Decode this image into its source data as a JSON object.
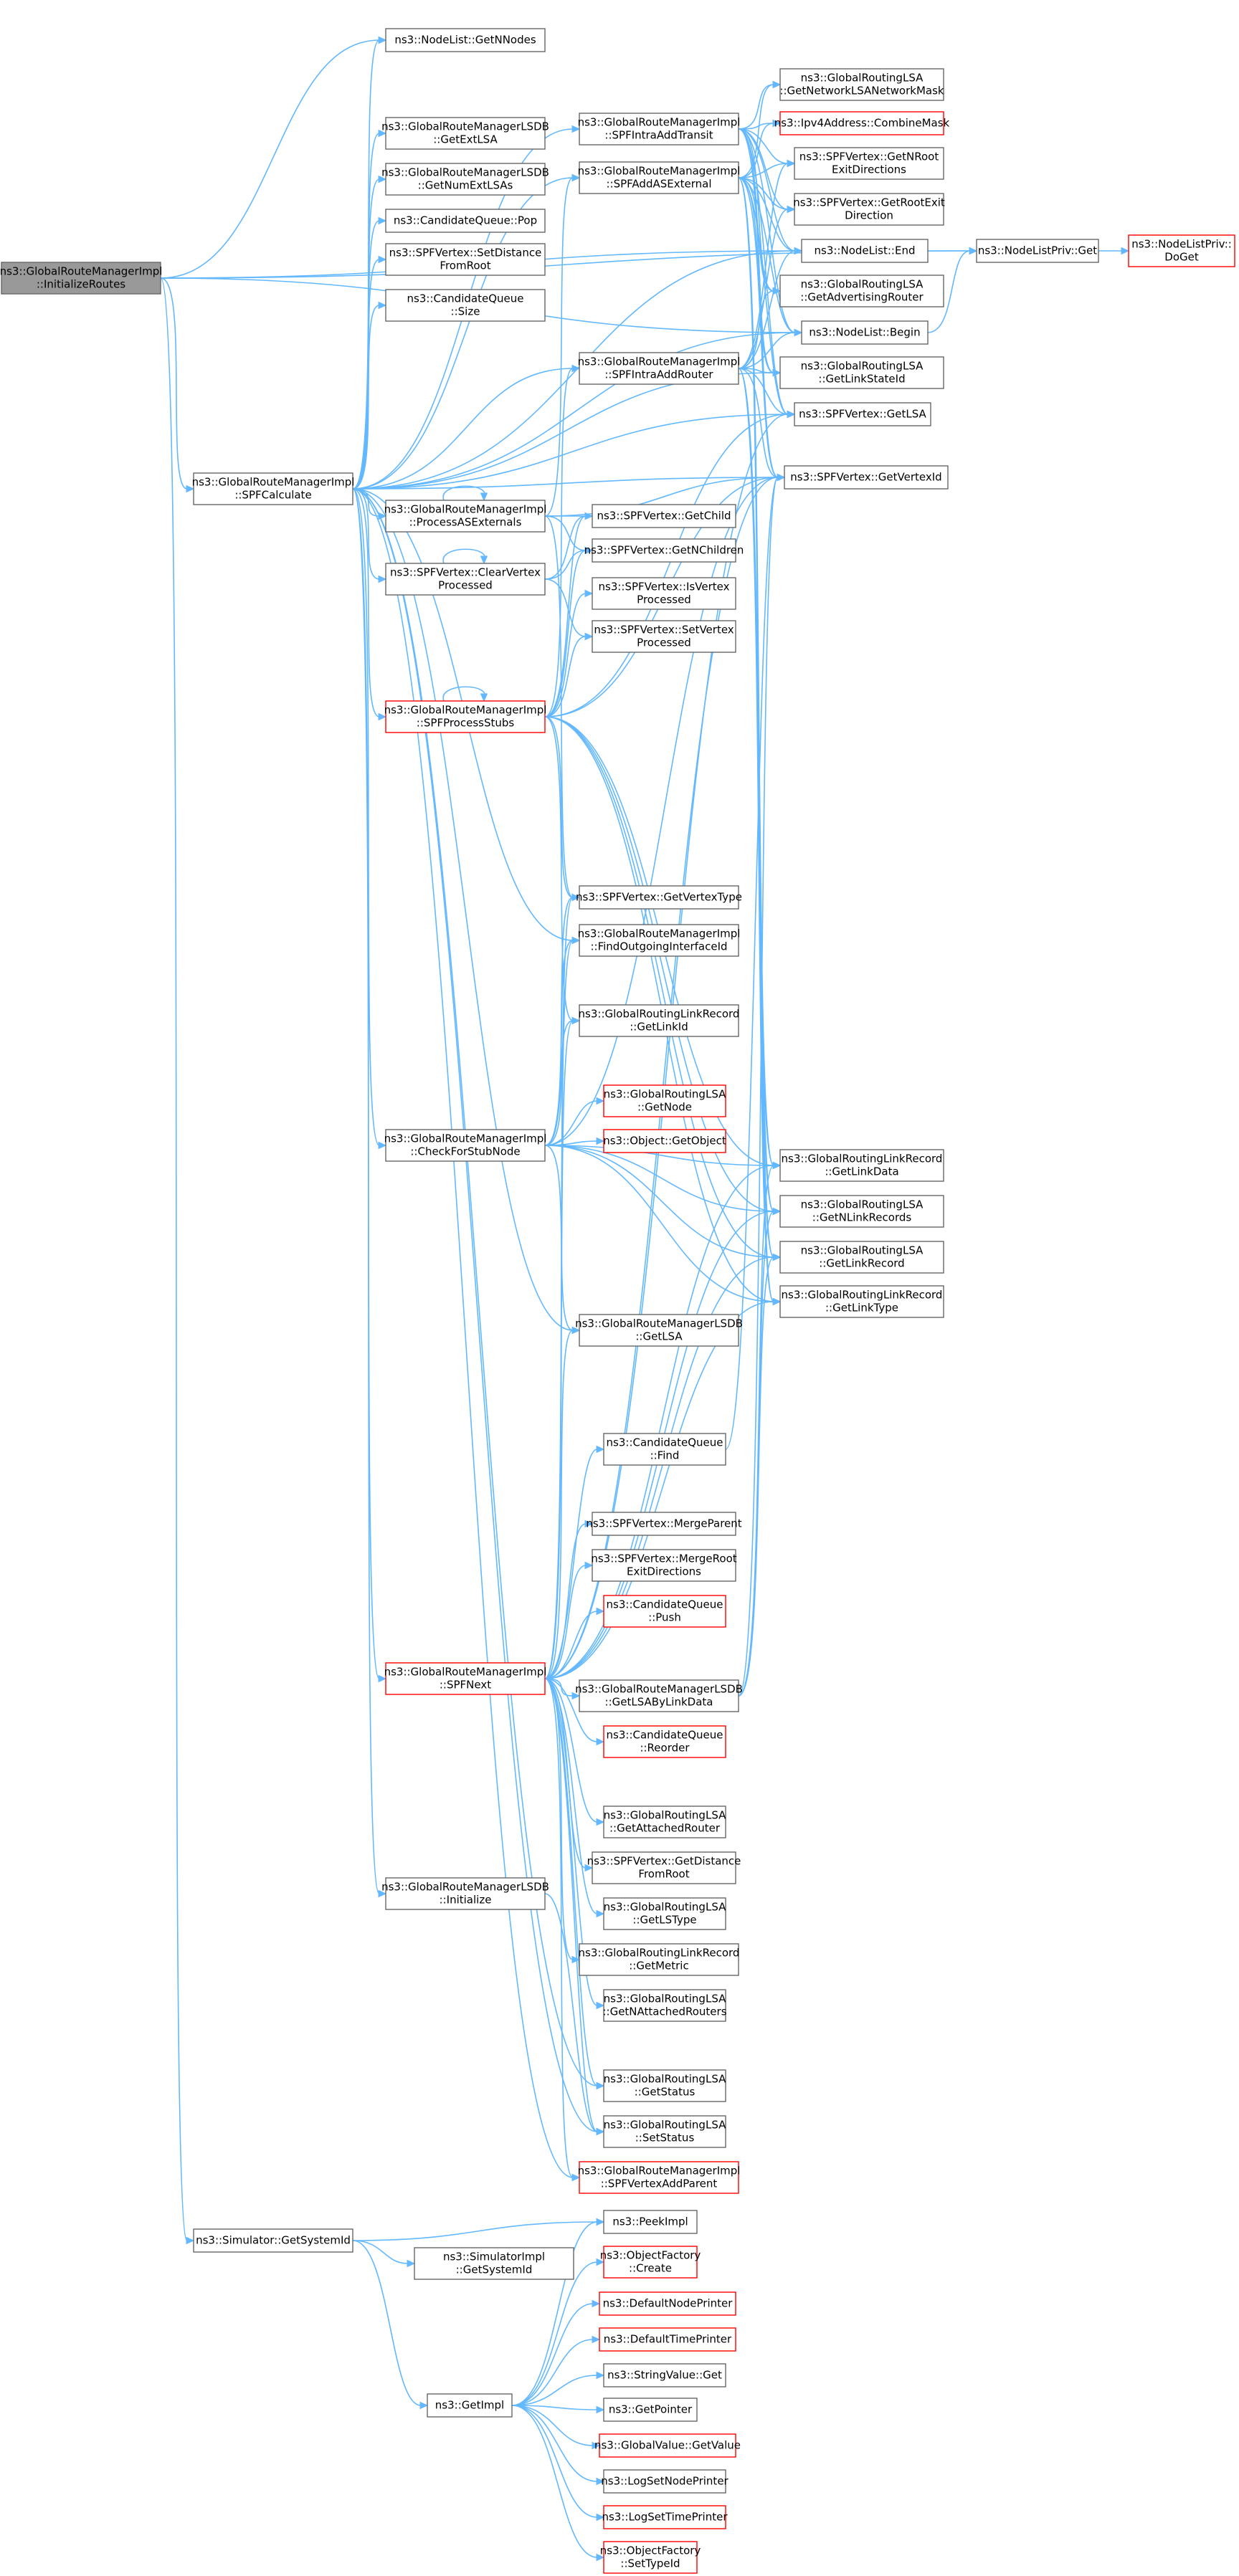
{
  "nodes": [
    {
      "id": "root",
      "lines": [
        "ns3::GlobalRouteManagerImpl",
        "::InitializeRoutes"
      ],
      "style": "root"
    },
    {
      "id": "getnnodes",
      "lines": [
        "ns3::NodeList::GetNNodes"
      ],
      "style": "normal"
    },
    {
      "id": "lsdb_getextlsa",
      "lines": [
        "ns3::GlobalRouteManagerLSDB",
        "::GetExtLSA"
      ],
      "style": "normal"
    },
    {
      "id": "lsdb_getnumext",
      "lines": [
        "ns3::GlobalRouteManagerLSDB",
        "::GetNumExtLSAs"
      ],
      "style": "normal"
    },
    {
      "id": "cq_pop",
      "lines": [
        "ns3::CandidateQueue::Pop"
      ],
      "style": "normal"
    },
    {
      "id": "v_setdist",
      "lines": [
        "ns3::SPFVertex::SetDistance",
        "FromRoot"
      ],
      "style": "normal"
    },
    {
      "id": "cq_size",
      "lines": [
        "ns3::CandidateQueue",
        "::Size"
      ],
      "style": "normal"
    },
    {
      "id": "spfcalc",
      "lines": [
        "ns3::GlobalRouteManagerImpl",
        "::SPFCalculate"
      ],
      "style": "normal"
    },
    {
      "id": "procasext",
      "lines": [
        "ns3::GlobalRouteManagerImpl",
        "::ProcessASExternals"
      ],
      "style": "normal"
    },
    {
      "id": "clearvp",
      "lines": [
        "ns3::SPFVertex::ClearVertex",
        "Processed"
      ],
      "style": "normal"
    },
    {
      "id": "procstubs",
      "lines": [
        "ns3::GlobalRouteManagerImpl",
        "::SPFProcessStubs"
      ],
      "style": "red"
    },
    {
      "id": "checkstub",
      "lines": [
        "ns3::GlobalRouteManagerImpl",
        "::CheckForStubNode"
      ],
      "style": "normal"
    },
    {
      "id": "spfnext",
      "lines": [
        "ns3::GlobalRouteManagerImpl",
        "::SPFNext"
      ],
      "style": "red"
    },
    {
      "id": "lsdb_init",
      "lines": [
        "ns3::GlobalRouteManagerLSDB",
        "::Initialize"
      ],
      "style": "normal"
    },
    {
      "id": "sim_getsysid",
      "lines": [
        "ns3::Simulator::GetSystemId"
      ],
      "style": "normal"
    },
    {
      "id": "simimpl_getsysid",
      "lines": [
        "ns3::SimulatorImpl",
        "::GetSystemId"
      ],
      "style": "normal"
    },
    {
      "id": "getimpl",
      "lines": [
        "ns3::GetImpl"
      ],
      "style": "normal"
    },
    {
      "id": "intratransit",
      "lines": [
        "ns3::GlobalRouteManagerImpl",
        "::SPFIntraAddTransit"
      ],
      "style": "normal"
    },
    {
      "id": "addasext",
      "lines": [
        "ns3::GlobalRouteManagerImpl",
        "::SPFAddASExternal"
      ],
      "style": "normal"
    },
    {
      "id": "intrarouter",
      "lines": [
        "ns3::GlobalRouteManagerImpl",
        "::SPFIntraAddRouter"
      ],
      "style": "normal"
    },
    {
      "id": "v_getchild",
      "lines": [
        "ns3::SPFVertex::GetChild"
      ],
      "style": "normal"
    },
    {
      "id": "v_getnchildren",
      "lines": [
        "ns3::SPFVertex::GetNChildren"
      ],
      "style": "normal"
    },
    {
      "id": "v_isvp",
      "lines": [
        "ns3::SPFVertex::IsVertex",
        "Processed"
      ],
      "style": "normal"
    },
    {
      "id": "v_setvp",
      "lines": [
        "ns3::SPFVertex::SetVertex",
        "Processed"
      ],
      "style": "normal"
    },
    {
      "id": "v_getvtype",
      "lines": [
        "ns3::SPFVertex::GetVertexType"
      ],
      "style": "normal"
    },
    {
      "id": "findout",
      "lines": [
        "ns3::GlobalRouteManagerImpl",
        "::FindOutgoingInterfaceId"
      ],
      "style": "normal"
    },
    {
      "id": "lr_getlinkid",
      "lines": [
        "ns3::GlobalRoutingLinkRecord",
        "::GetLinkId"
      ],
      "style": "normal"
    },
    {
      "id": "lsa_getnode",
      "lines": [
        "ns3::GlobalRoutingLSA",
        "::GetNode"
      ],
      "style": "red"
    },
    {
      "id": "obj_getobject",
      "lines": [
        "ns3::Object::GetObject"
      ],
      "style": "red"
    },
    {
      "id": "lsdb_getlsa",
      "lines": [
        "ns3::GlobalRouteManagerLSDB",
        "::GetLSA"
      ],
      "style": "normal"
    },
    {
      "id": "cq_find",
      "lines": [
        "ns3::CandidateQueue",
        "::Find"
      ],
      "style": "normal"
    },
    {
      "id": "v_mergeparent",
      "lines": [
        "ns3::SPFVertex::MergeParent"
      ],
      "style": "normal"
    },
    {
      "id": "v_mergeroot",
      "lines": [
        "ns3::SPFVertex::MergeRoot",
        "ExitDirections"
      ],
      "style": "normal"
    },
    {
      "id": "cq_push",
      "lines": [
        "ns3::CandidateQueue",
        "::Push"
      ],
      "style": "red"
    },
    {
      "id": "lsdb_getbylink",
      "lines": [
        "ns3::GlobalRouteManagerLSDB",
        "::GetLSAByLinkData"
      ],
      "style": "normal"
    },
    {
      "id": "cq_reorder",
      "lines": [
        "ns3::CandidateQueue",
        "::Reorder"
      ],
      "style": "red"
    },
    {
      "id": "lsa_getattached",
      "lines": [
        "ns3::GlobalRoutingLSA",
        "::GetAttachedRouter"
      ],
      "style": "normal"
    },
    {
      "id": "v_getdist",
      "lines": [
        "ns3::SPFVertex::GetDistance",
        "FromRoot"
      ],
      "style": "normal"
    },
    {
      "id": "lsa_getlstype",
      "lines": [
        "ns3::GlobalRoutingLSA",
        "::GetLSType"
      ],
      "style": "normal"
    },
    {
      "id": "lr_getmetric",
      "lines": [
        "ns3::GlobalRoutingLinkRecord",
        "::GetMetric"
      ],
      "style": "normal"
    },
    {
      "id": "lsa_getnattached",
      "lines": [
        "ns3::GlobalRoutingLSA",
        "::GetNAttachedRouters"
      ],
      "style": "normal"
    },
    {
      "id": "lsa_getstatus",
      "lines": [
        "ns3::GlobalRoutingLSA",
        "::GetStatus"
      ],
      "style": "normal"
    },
    {
      "id": "lsa_setstatus",
      "lines": [
        "ns3::GlobalRoutingLSA",
        "::SetStatus"
      ],
      "style": "normal"
    },
    {
      "id": "vaddparent",
      "lines": [
        "ns3::GlobalRouteManagerImpl",
        "::SPFVertexAddParent"
      ],
      "style": "red"
    },
    {
      "id": "peekimpl",
      "lines": [
        "ns3::PeekImpl"
      ],
      "style": "normal"
    },
    {
      "id": "of_create",
      "lines": [
        "ns3::ObjectFactory",
        "::Create"
      ],
      "style": "red"
    },
    {
      "id": "defnodeprinter",
      "lines": [
        "ns3::DefaultNodePrinter"
      ],
      "style": "red"
    },
    {
      "id": "deftimeprinter",
      "lines": [
        "ns3::DefaultTimePrinter"
      ],
      "style": "red"
    },
    {
      "id": "strvalue_get",
      "lines": [
        "ns3::StringValue::Get"
      ],
      "style": "normal"
    },
    {
      "id": "getpointer",
      "lines": [
        "ns3::GetPointer"
      ],
      "style": "normal"
    },
    {
      "id": "gv_getvalue",
      "lines": [
        "ns3::GlobalValue::GetValue"
      ],
      "style": "red"
    },
    {
      "id": "logsetnode",
      "lines": [
        "ns3::LogSetNodePrinter"
      ],
      "style": "normal"
    },
    {
      "id": "logsettime",
      "lines": [
        "ns3::LogSetTimePrinter"
      ],
      "style": "red"
    },
    {
      "id": "of_settypeid",
      "lines": [
        "ns3::ObjectFactory",
        "::SetTypeId"
      ],
      "style": "red"
    },
    {
      "id": "lsa_getnetmask",
      "lines": [
        "ns3::GlobalRoutingLSA",
        "::GetNetworkLSANetworkMask"
      ],
      "style": "normal"
    },
    {
      "id": "ipv4_combine",
      "lines": [
        "ns3::Ipv4Address::CombineMask"
      ],
      "style": "red"
    },
    {
      "id": "v_getnrootexit",
      "lines": [
        "ns3::SPFVertex::GetNRoot",
        "ExitDirections"
      ],
      "style": "normal"
    },
    {
      "id": "v_getrootexit",
      "lines": [
        "ns3::SPFVertex::GetRootExit",
        "Direction"
      ],
      "style": "normal"
    },
    {
      "id": "nl_end",
      "lines": [
        "ns3::NodeList::End"
      ],
      "style": "normal"
    },
    {
      "id": "lsa_getadvrouter",
      "lines": [
        "ns3::GlobalRoutingLSA",
        "::GetAdvertisingRouter"
      ],
      "style": "normal"
    },
    {
      "id": "nl_begin",
      "lines": [
        "ns3::NodeList::Begin"
      ],
      "style": "normal"
    },
    {
      "id": "lsa_getlinkstateid",
      "lines": [
        "ns3::GlobalRoutingLSA",
        "::GetLinkStateId"
      ],
      "style": "normal"
    },
    {
      "id": "v_getlsa",
      "lines": [
        "ns3::SPFVertex::GetLSA"
      ],
      "style": "normal"
    },
    {
      "id": "v_getvertexid",
      "lines": [
        "ns3::SPFVertex::GetVertexId"
      ],
      "style": "normal"
    },
    {
      "id": "lr_getlinkdata",
      "lines": [
        "ns3::GlobalRoutingLinkRecord",
        "::GetLinkData"
      ],
      "style": "normal"
    },
    {
      "id": "lsa_getnlinkrecords",
      "lines": [
        "ns3::GlobalRoutingLSA",
        "::GetNLinkRecords"
      ],
      "style": "normal"
    },
    {
      "id": "lsa_getlinkrecord",
      "lines": [
        "ns3::GlobalRoutingLSA",
        "::GetLinkRecord"
      ],
      "style": "normal"
    },
    {
      "id": "lr_getlinktype",
      "lines": [
        "ns3::GlobalRoutingLinkRecord",
        "::GetLinkType"
      ],
      "style": "normal"
    },
    {
      "id": "nlpriv_get",
      "lines": [
        "ns3::NodeListPriv::Get"
      ],
      "style": "normal"
    },
    {
      "id": "nlpriv_doget",
      "lines": [
        "ns3::NodeListPriv::",
        "DoGet"
      ],
      "style": "red"
    }
  ],
  "edges": [
    [
      "root",
      "getnnodes"
    ],
    [
      "root",
      "nlpriv_get"
    ],
    [
      "root",
      "spfcalc"
    ],
    [
      "root",
      "sim_getsysid"
    ],
    [
      "root",
      "nl_begin"
    ],
    [
      "root",
      "nl_end"
    ],
    [
      "spfcalc",
      "getnnodes"
    ],
    [
      "spfcalc",
      "lsdb_getextlsa"
    ],
    [
      "spfcalc",
      "lsdb_getnumext"
    ],
    [
      "spfcalc",
      "cq_pop"
    ],
    [
      "spfcalc",
      "v_setdist"
    ],
    [
      "spfcalc",
      "cq_size"
    ],
    [
      "spfcalc",
      "intratransit"
    ],
    [
      "spfcalc",
      "addasext"
    ],
    [
      "spfcalc",
      "intrarouter"
    ],
    [
      "spfcalc",
      "procasext"
    ],
    [
      "spfcalc",
      "clearvp"
    ],
    [
      "spfcalc",
      "procstubs"
    ],
    [
      "spfcalc",
      "checkstub"
    ],
    [
      "spfcalc",
      "spfnext"
    ],
    [
      "spfcalc",
      "lsdb_init"
    ],
    [
      "spfcalc",
      "v_getvertexid"
    ],
    [
      "spfcalc",
      "v_getlsa"
    ],
    [
      "spfcalc",
      "lsdb_getlsa"
    ],
    [
      "spfcalc",
      "lsa_setstatus"
    ],
    [
      "spfcalc",
      "lsa_getstatus"
    ],
    [
      "spfcalc",
      "vaddparent"
    ],
    [
      "spfcalc",
      "nl_begin"
    ],
    [
      "spfcalc",
      "nl_end"
    ],
    [
      "spfcalc",
      "lsa_getlinkstateid"
    ],
    [
      "spfcalc",
      "findout"
    ],
    [
      "procasext",
      "procasext"
    ],
    [
      "procasext",
      "addasext"
    ],
    [
      "procasext",
      "v_getchild"
    ],
    [
      "procasext",
      "v_getnchildren"
    ],
    [
      "procasext",
      "v_getvtype"
    ],
    [
      "procasext",
      "v_getvertexid"
    ],
    [
      "clearvp",
      "clearvp"
    ],
    [
      "clearvp",
      "v_getchild"
    ],
    [
      "clearvp",
      "v_getnchildren"
    ],
    [
      "clearvp",
      "v_setvp"
    ],
    [
      "procstubs",
      "procstubs"
    ],
    [
      "procstubs",
      "v_getchild"
    ],
    [
      "procstubs",
      "v_getnchildren"
    ],
    [
      "procstubs",
      "v_isvp"
    ],
    [
      "procstubs",
      "v_setvp"
    ],
    [
      "procstubs",
      "v_getvtype"
    ],
    [
      "procstubs",
      "lr_getlinkid"
    ],
    [
      "procstubs",
      "lr_getlinkdata"
    ],
    [
      "procstubs",
      "lsa_getnlinkrecords"
    ],
    [
      "procstubs",
      "lsa_getlinkrecord"
    ],
    [
      "procstubs",
      "lr_getlinktype"
    ],
    [
      "procstubs",
      "v_getlsa"
    ],
    [
      "procstubs",
      "v_getvertexid"
    ],
    [
      "procstubs",
      "intrarouter"
    ],
    [
      "checkstub",
      "v_getvtype"
    ],
    [
      "checkstub",
      "findout"
    ],
    [
      "checkstub",
      "lr_getlinkid"
    ],
    [
      "checkstub",
      "lsa_getnode"
    ],
    [
      "checkstub",
      "obj_getobject"
    ],
    [
      "checkstub",
      "lr_getlinkdata"
    ],
    [
      "checkstub",
      "lsa_getnlinkrecords"
    ],
    [
      "checkstub",
      "lsa_getlinkrecord"
    ],
    [
      "checkstub",
      "lr_getlinktype"
    ],
    [
      "checkstub",
      "lsdb_getlsa"
    ],
    [
      "checkstub",
      "v_getvertexid"
    ],
    [
      "spfnext",
      "v_getvtype"
    ],
    [
      "spfnext",
      "findout"
    ],
    [
      "spfnext",
      "lr_getlinkid"
    ],
    [
      "spfnext",
      "lsdb_getlsa"
    ],
    [
      "spfnext",
      "cq_find"
    ],
    [
      "spfnext",
      "v_mergeparent"
    ],
    [
      "spfnext",
      "v_mergeroot"
    ],
    [
      "spfnext",
      "cq_push"
    ],
    [
      "spfnext",
      "lsdb_getbylink"
    ],
    [
      "spfnext",
      "cq_reorder"
    ],
    [
      "spfnext",
      "lsa_getattached"
    ],
    [
      "spfnext",
      "v_getdist"
    ],
    [
      "spfnext",
      "lsa_getlstype"
    ],
    [
      "spfnext",
      "lr_getmetric"
    ],
    [
      "spfnext",
      "lsa_getnattached"
    ],
    [
      "spfnext",
      "lsa_getstatus"
    ],
    [
      "spfnext",
      "lsa_setstatus"
    ],
    [
      "spfnext",
      "vaddparent"
    ],
    [
      "spfnext",
      "lsa_getnlinkrecords"
    ],
    [
      "spfnext",
      "lsa_getlinkrecord"
    ],
    [
      "spfnext",
      "lr_getlinktype"
    ],
    [
      "spfnext",
      "lr_getlinkdata"
    ],
    [
      "spfnext",
      "v_getvertexid"
    ],
    [
      "spfnext",
      "v_getlsa"
    ],
    [
      "lsdb_init",
      "lsa_setstatus"
    ],
    [
      "sim_getsysid",
      "peekimpl"
    ],
    [
      "sim_getsysid",
      "simimpl_getsysid"
    ],
    [
      "sim_getsysid",
      "getimpl"
    ],
    [
      "getimpl",
      "peekimpl"
    ],
    [
      "getimpl",
      "of_create"
    ],
    [
      "getimpl",
      "defnodeprinter"
    ],
    [
      "getimpl",
      "deftimeprinter"
    ],
    [
      "getimpl",
      "strvalue_get"
    ],
    [
      "getimpl",
      "getpointer"
    ],
    [
      "getimpl",
      "gv_getvalue"
    ],
    [
      "getimpl",
      "logsetnode"
    ],
    [
      "getimpl",
      "logsettime"
    ],
    [
      "getimpl",
      "of_settypeid"
    ],
    [
      "intratransit",
      "lsa_getnetmask"
    ],
    [
      "intratransit",
      "ipv4_combine"
    ],
    [
      "intratransit",
      "v_getnrootexit"
    ],
    [
      "intratransit",
      "v_getrootexit"
    ],
    [
      "intratransit",
      "nl_end"
    ],
    [
      "intratransit",
      "nl_begin"
    ],
    [
      "intratransit",
      "lsa_getlinkstateid"
    ],
    [
      "intratransit",
      "v_getlsa"
    ],
    [
      "intratransit",
      "v_getvertexid"
    ],
    [
      "intratransit",
      "lsa_getadvrouter"
    ],
    [
      "addasext",
      "lsa_getnetmask"
    ],
    [
      "addasext",
      "ipv4_combine"
    ],
    [
      "addasext",
      "v_getnrootexit"
    ],
    [
      "addasext",
      "v_getrootexit"
    ],
    [
      "addasext",
      "nl_end"
    ],
    [
      "addasext",
      "lsa_getadvrouter"
    ],
    [
      "addasext",
      "nl_begin"
    ],
    [
      "addasext",
      "lsa_getlinkstateid"
    ],
    [
      "addasext",
      "v_getlsa"
    ],
    [
      "addasext",
      "v_getvertexid"
    ],
    [
      "addasext",
      "lr_getlinkdata"
    ],
    [
      "addasext",
      "lsa_getnlinkrecords"
    ],
    [
      "addasext",
      "lsa_getlinkrecord"
    ],
    [
      "addasext",
      "lr_getlinktype"
    ],
    [
      "intrarouter",
      "v_getnrootexit"
    ],
    [
      "intrarouter",
      "v_getrootexit"
    ],
    [
      "intrarouter",
      "nl_end"
    ],
    [
      "intrarouter",
      "lsa_getadvrouter"
    ],
    [
      "intrarouter",
      "nl_begin"
    ],
    [
      "intrarouter",
      "lsa_getlinkstateid"
    ],
    [
      "intrarouter",
      "v_getlsa"
    ],
    [
      "intrarouter",
      "v_getvertexid"
    ],
    [
      "intrarouter",
      "lr_getlinkdata"
    ],
    [
      "intrarouter",
      "lsa_getnlinkrecords"
    ],
    [
      "intrarouter",
      "lsa_getlinkrecord"
    ],
    [
      "intrarouter",
      "lr_getlinktype"
    ],
    [
      "lsdb_getbylink",
      "lsa_getnlinkrecords"
    ],
    [
      "lsdb_getbylink",
      "lsa_getlinkrecord"
    ],
    [
      "lsdb_getbylink",
      "lr_getlinkdata"
    ],
    [
      "lsdb_getbylink",
      "v_getvertexid"
    ],
    [
      "cq_find",
      "v_getvertexid"
    ],
    [
      "nl_end",
      "nlpriv_get"
    ],
    [
      "nl_begin",
      "nlpriv_get"
    ],
    [
      "nlpriv_get",
      "nlpriv_doget"
    ]
  ]
}
